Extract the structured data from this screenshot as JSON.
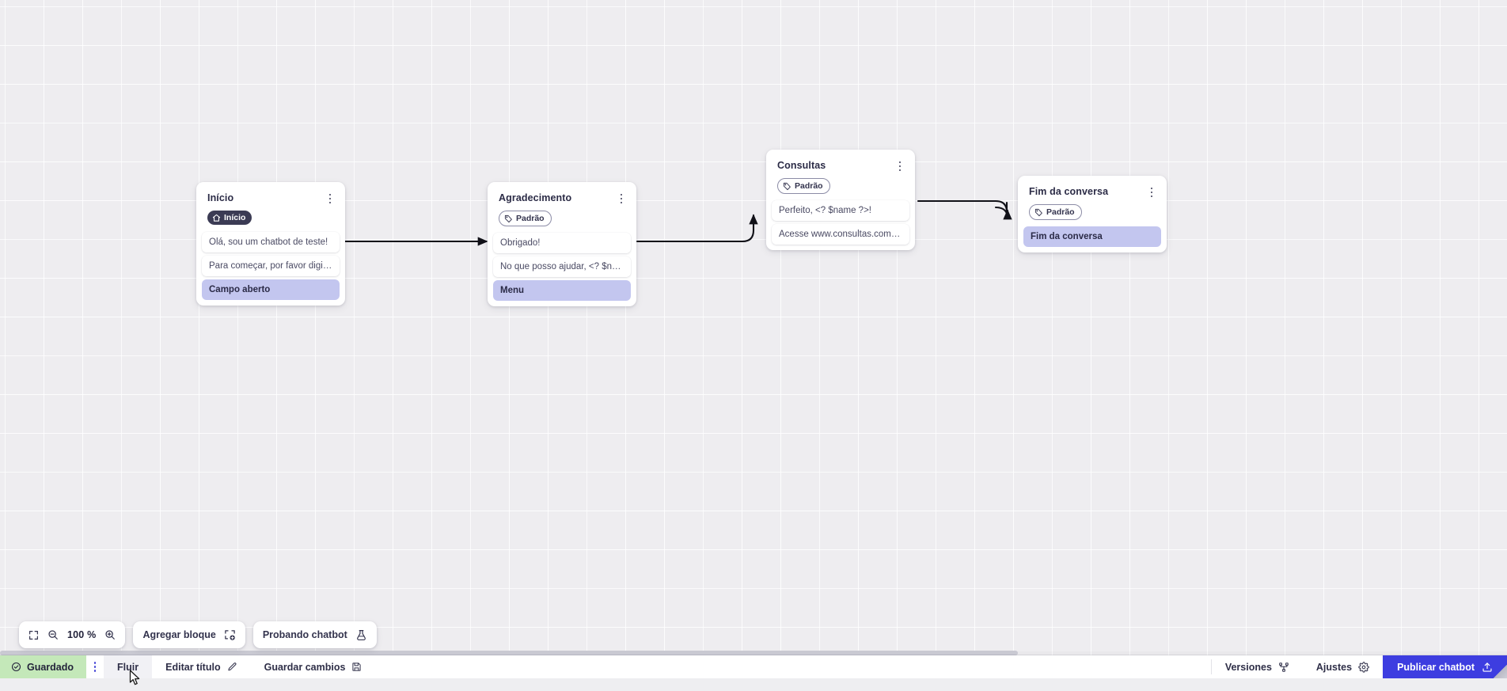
{
  "canvas": {
    "zoom_label": "100 %",
    "nodes": [
      {
        "id": "inicio",
        "title": "Início",
        "tag": {
          "label": "Início",
          "type": "start",
          "icon": "home-icon"
        },
        "rows": [
          {
            "text": "Olá, sou um chatbot de teste!",
            "highlight": false
          },
          {
            "text": "Para começar, por favor digite o ...",
            "highlight": false
          },
          {
            "text": "Campo aberto",
            "highlight": true
          }
        ]
      },
      {
        "id": "agradecimento",
        "title": "Agradecimento",
        "tag": {
          "label": "Padrão",
          "type": "default",
          "icon": "tag-icon"
        },
        "rows": [
          {
            "text": "Obrigado!",
            "highlight": false
          },
          {
            "text": "No que posso ajudar, <? $name ...",
            "highlight": false
          },
          {
            "text": "Menu",
            "highlight": true
          }
        ]
      },
      {
        "id": "consultas",
        "title": "Consultas",
        "tag": {
          "label": "Padrão",
          "type": "default",
          "icon": "tag-icon"
        },
        "rows": [
          {
            "text": "Perfeito, <? $name ?>!",
            "highlight": false
          },
          {
            "text": "Acesse www.consultas.com par...",
            "highlight": false
          }
        ]
      },
      {
        "id": "fim",
        "title": "Fim da conversa",
        "tag": {
          "label": "Padrão",
          "type": "default",
          "icon": "tag-icon"
        },
        "rows": [
          {
            "text": "Fim da conversa",
            "highlight": true
          }
        ]
      }
    ]
  },
  "toolbar": {
    "fit_icon": "fit-screen-icon",
    "zoom_out_icon": "zoom-out-icon",
    "zoom_in_icon": "zoom-in-icon",
    "zoom_value": "100 %",
    "add_block_label": "Agregar bloque",
    "add_block_icon": "add-block-icon",
    "test_chatbot_label": "Probando chatbot",
    "test_chatbot_icon": "flask-icon"
  },
  "bottom_bar": {
    "saved_label": "Guardado",
    "saved_icon": "check-circle-icon",
    "menu_icon": "kebab-icon",
    "flow_label": "Fluir",
    "edit_title_label": "Editar título",
    "edit_title_icon": "pencil-icon",
    "save_changes_label": "Guardar cambios",
    "save_changes_icon": "save-icon",
    "versions_label": "Versiones",
    "versions_icon": "branch-icon",
    "settings_label": "Ajustes",
    "settings_icon": "gear-icon",
    "publish_label": "Publicar chatbot",
    "publish_icon": "upload-icon"
  },
  "colors": {
    "accent": "#3d3de0",
    "saved_bg": "#c4e8b9",
    "highlight_row": "#c3c6ef",
    "start_tag_bg": "#3b3b54",
    "canvas_bg": "#eeedf0"
  }
}
